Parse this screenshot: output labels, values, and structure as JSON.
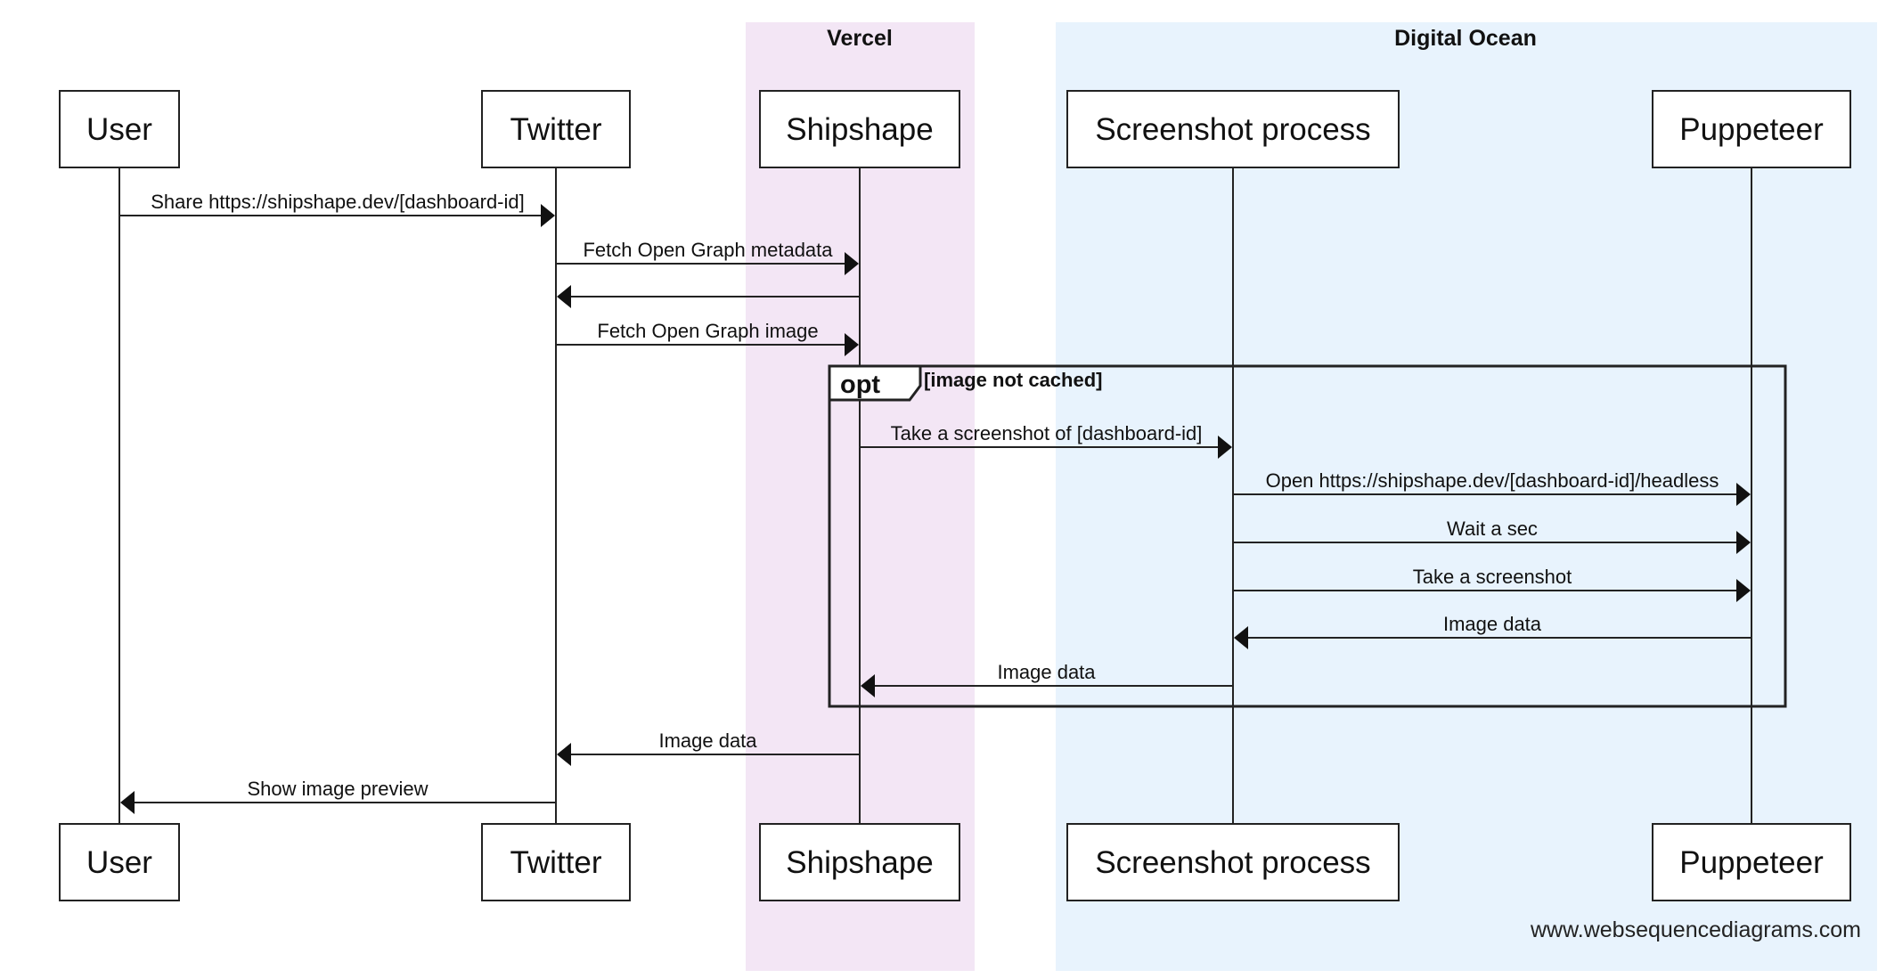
{
  "groups": {
    "vercel": {
      "title": "Vercel",
      "color": "#f3e6f5"
    },
    "digital_ocean": {
      "title": "Digital Ocean",
      "color": "#e8f3fd"
    }
  },
  "participants": [
    {
      "id": "user",
      "label": "User"
    },
    {
      "id": "twitter",
      "label": "Twitter"
    },
    {
      "id": "shipshape",
      "label": "Shipshape"
    },
    {
      "id": "screenshot",
      "label": "Screenshot process"
    },
    {
      "id": "puppeteer",
      "label": "Puppeteer"
    }
  ],
  "messages": [
    {
      "id": "m1",
      "from": "user",
      "to": "twitter",
      "label": "Share https://shipshape.dev/[dashboard-id]"
    },
    {
      "id": "m2",
      "from": "twitter",
      "to": "shipshape",
      "label": "Fetch Open Graph metadata"
    },
    {
      "id": "m3",
      "from": "shipshape",
      "to": "twitter",
      "label": ""
    },
    {
      "id": "m4",
      "from": "twitter",
      "to": "shipshape",
      "label": "Fetch Open Graph image"
    },
    {
      "id": "m5",
      "from": "shipshape",
      "to": "screenshot",
      "label": "Take a screenshot of [dashboard-id]"
    },
    {
      "id": "m6",
      "from": "screenshot",
      "to": "puppeteer",
      "label": "Open https://shipshape.dev/[dashboard-id]/headless"
    },
    {
      "id": "m7",
      "from": "screenshot",
      "to": "puppeteer",
      "label": "Wait a sec"
    },
    {
      "id": "m8",
      "from": "screenshot",
      "to": "puppeteer",
      "label": "Take a screenshot"
    },
    {
      "id": "m9",
      "from": "puppeteer",
      "to": "screenshot",
      "label": "Image data"
    },
    {
      "id": "m10",
      "from": "screenshot",
      "to": "shipshape",
      "label": "Image data"
    },
    {
      "id": "m11",
      "from": "shipshape",
      "to": "twitter",
      "label": "Image data"
    },
    {
      "id": "m12",
      "from": "twitter",
      "to": "user",
      "label": "Show image preview"
    }
  ],
  "opt_frame": {
    "operator": "opt",
    "guard": "[image not cached]",
    "first_message": "m5",
    "last_message": "m10"
  },
  "watermark": "www.websequencediagrams.com"
}
